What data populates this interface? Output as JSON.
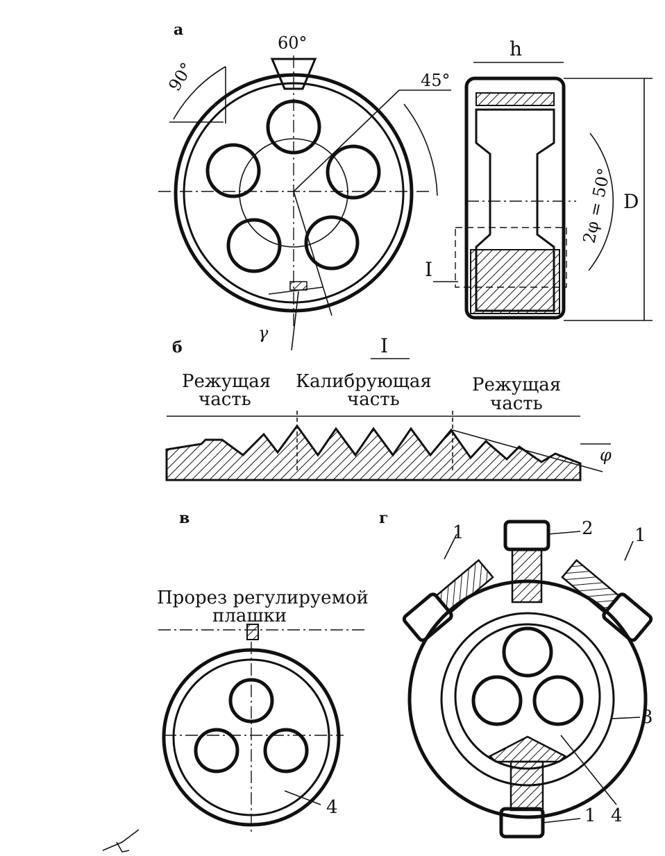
{
  "panels": {
    "a": "а",
    "b": "б",
    "v": "в",
    "g": "г"
  },
  "angles": {
    "a60": "60°",
    "a90": "90°",
    "a45": "45°",
    "a2phi": "2φ = 50°",
    "gamma": "γ",
    "phi": "φ"
  },
  "dims": {
    "h": "h",
    "D": "D",
    "detail": "I"
  },
  "profile": {
    "title": "I",
    "left_l1": "Режущая",
    "left_l2": "часть",
    "mid_l1": "Калибрующая",
    "mid_l2": "часть",
    "right_l1": "Режущая",
    "right_l2": "часть"
  },
  "slot": {
    "l1": "Прорез регулируемой",
    "l2": "плашки"
  },
  "callouts": {
    "c1a": "1",
    "c2": "2",
    "c1b": "1",
    "c3": "3",
    "c4g": "4",
    "c1c": "1",
    "c4v": "4"
  },
  "colors": {
    "ink": "#111111",
    "paper": "#ffffff"
  }
}
